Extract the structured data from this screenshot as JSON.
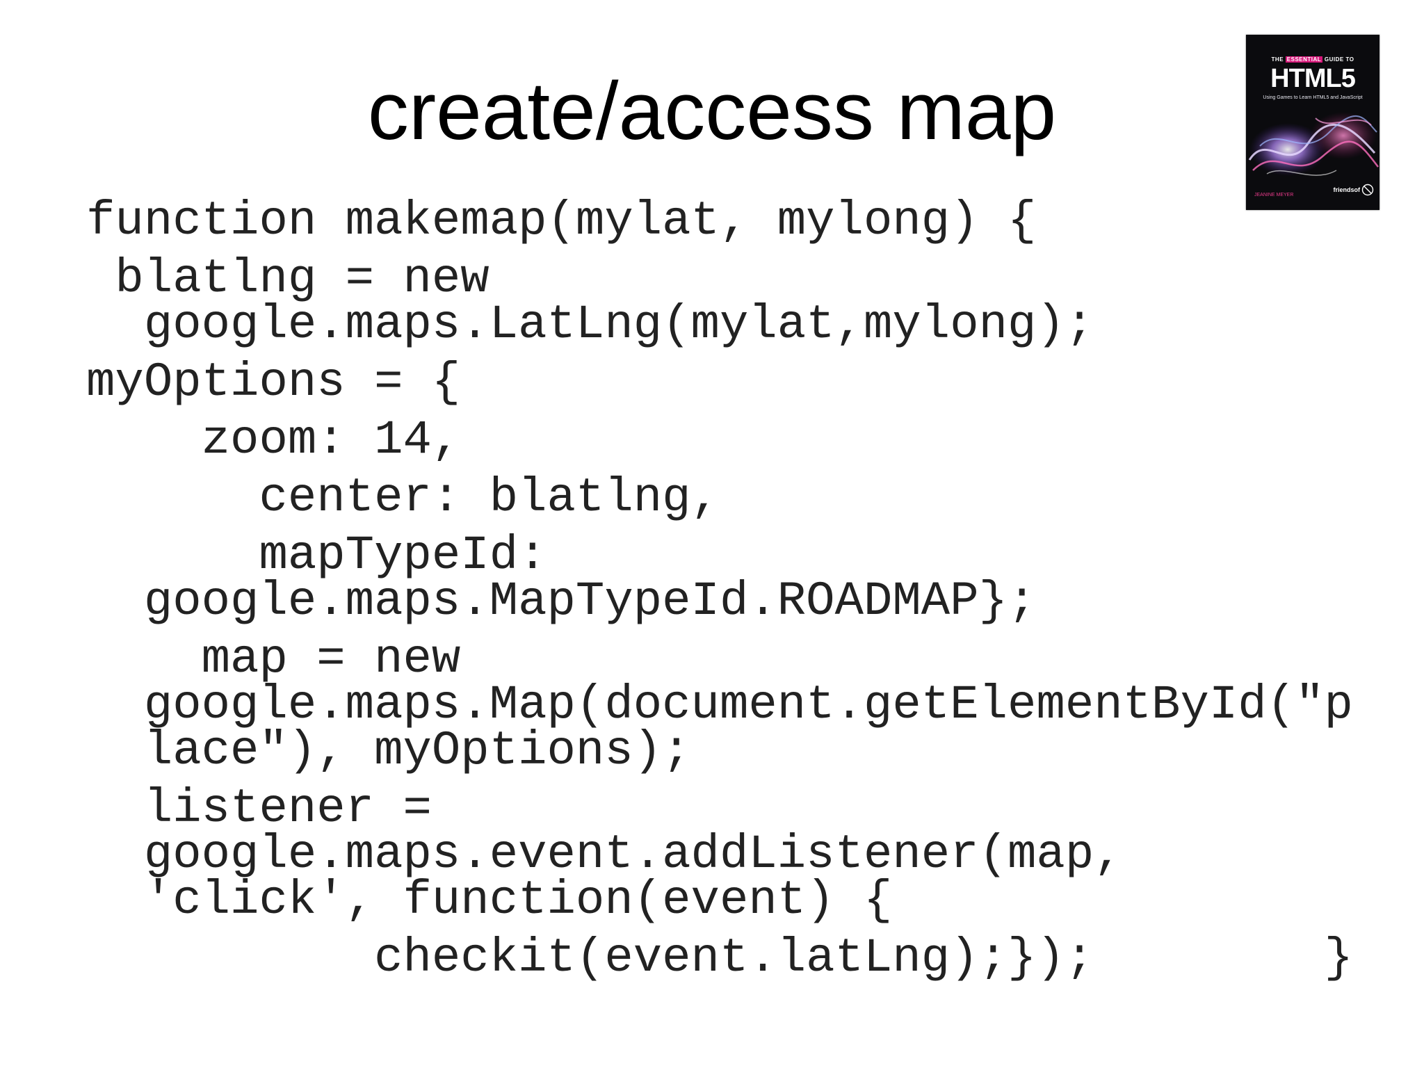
{
  "slide": {
    "title": "create/access map",
    "code_lines": [
      "function makemap(mylat, mylong) {",
      " blatlng = new",
      "  google.maps.LatLng(mylat,mylong);",
      "myOptions = {",
      "    zoom: 14,",
      "      center: blatlng,",
      "      mapTypeId:",
      "  google.maps.MapTypeId.ROADMAP};",
      "    map = new",
      "  google.maps.Map(document.getElementById(\"p",
      "  lace\"), myOptions);",
      "  listener =",
      "  google.maps.event.addListener(map,",
      "  'click', function(event) {",
      "          checkit(event.latLng);});        }"
    ]
  },
  "book_cover": {
    "tag_left": "THE",
    "tag_highlight": "ESSENTIAL",
    "tag_right": "GUIDE TO",
    "title": "HTML5",
    "subtitle": "Using Games to Learn HTML5 and JavaScript",
    "author": "JEANINE MEYER",
    "publisher": "friendsof"
  },
  "colors": {
    "background": "#ffffff",
    "text": "#222222",
    "cover_background": "#0b0b0e",
    "cover_accent": "#d6177a"
  }
}
